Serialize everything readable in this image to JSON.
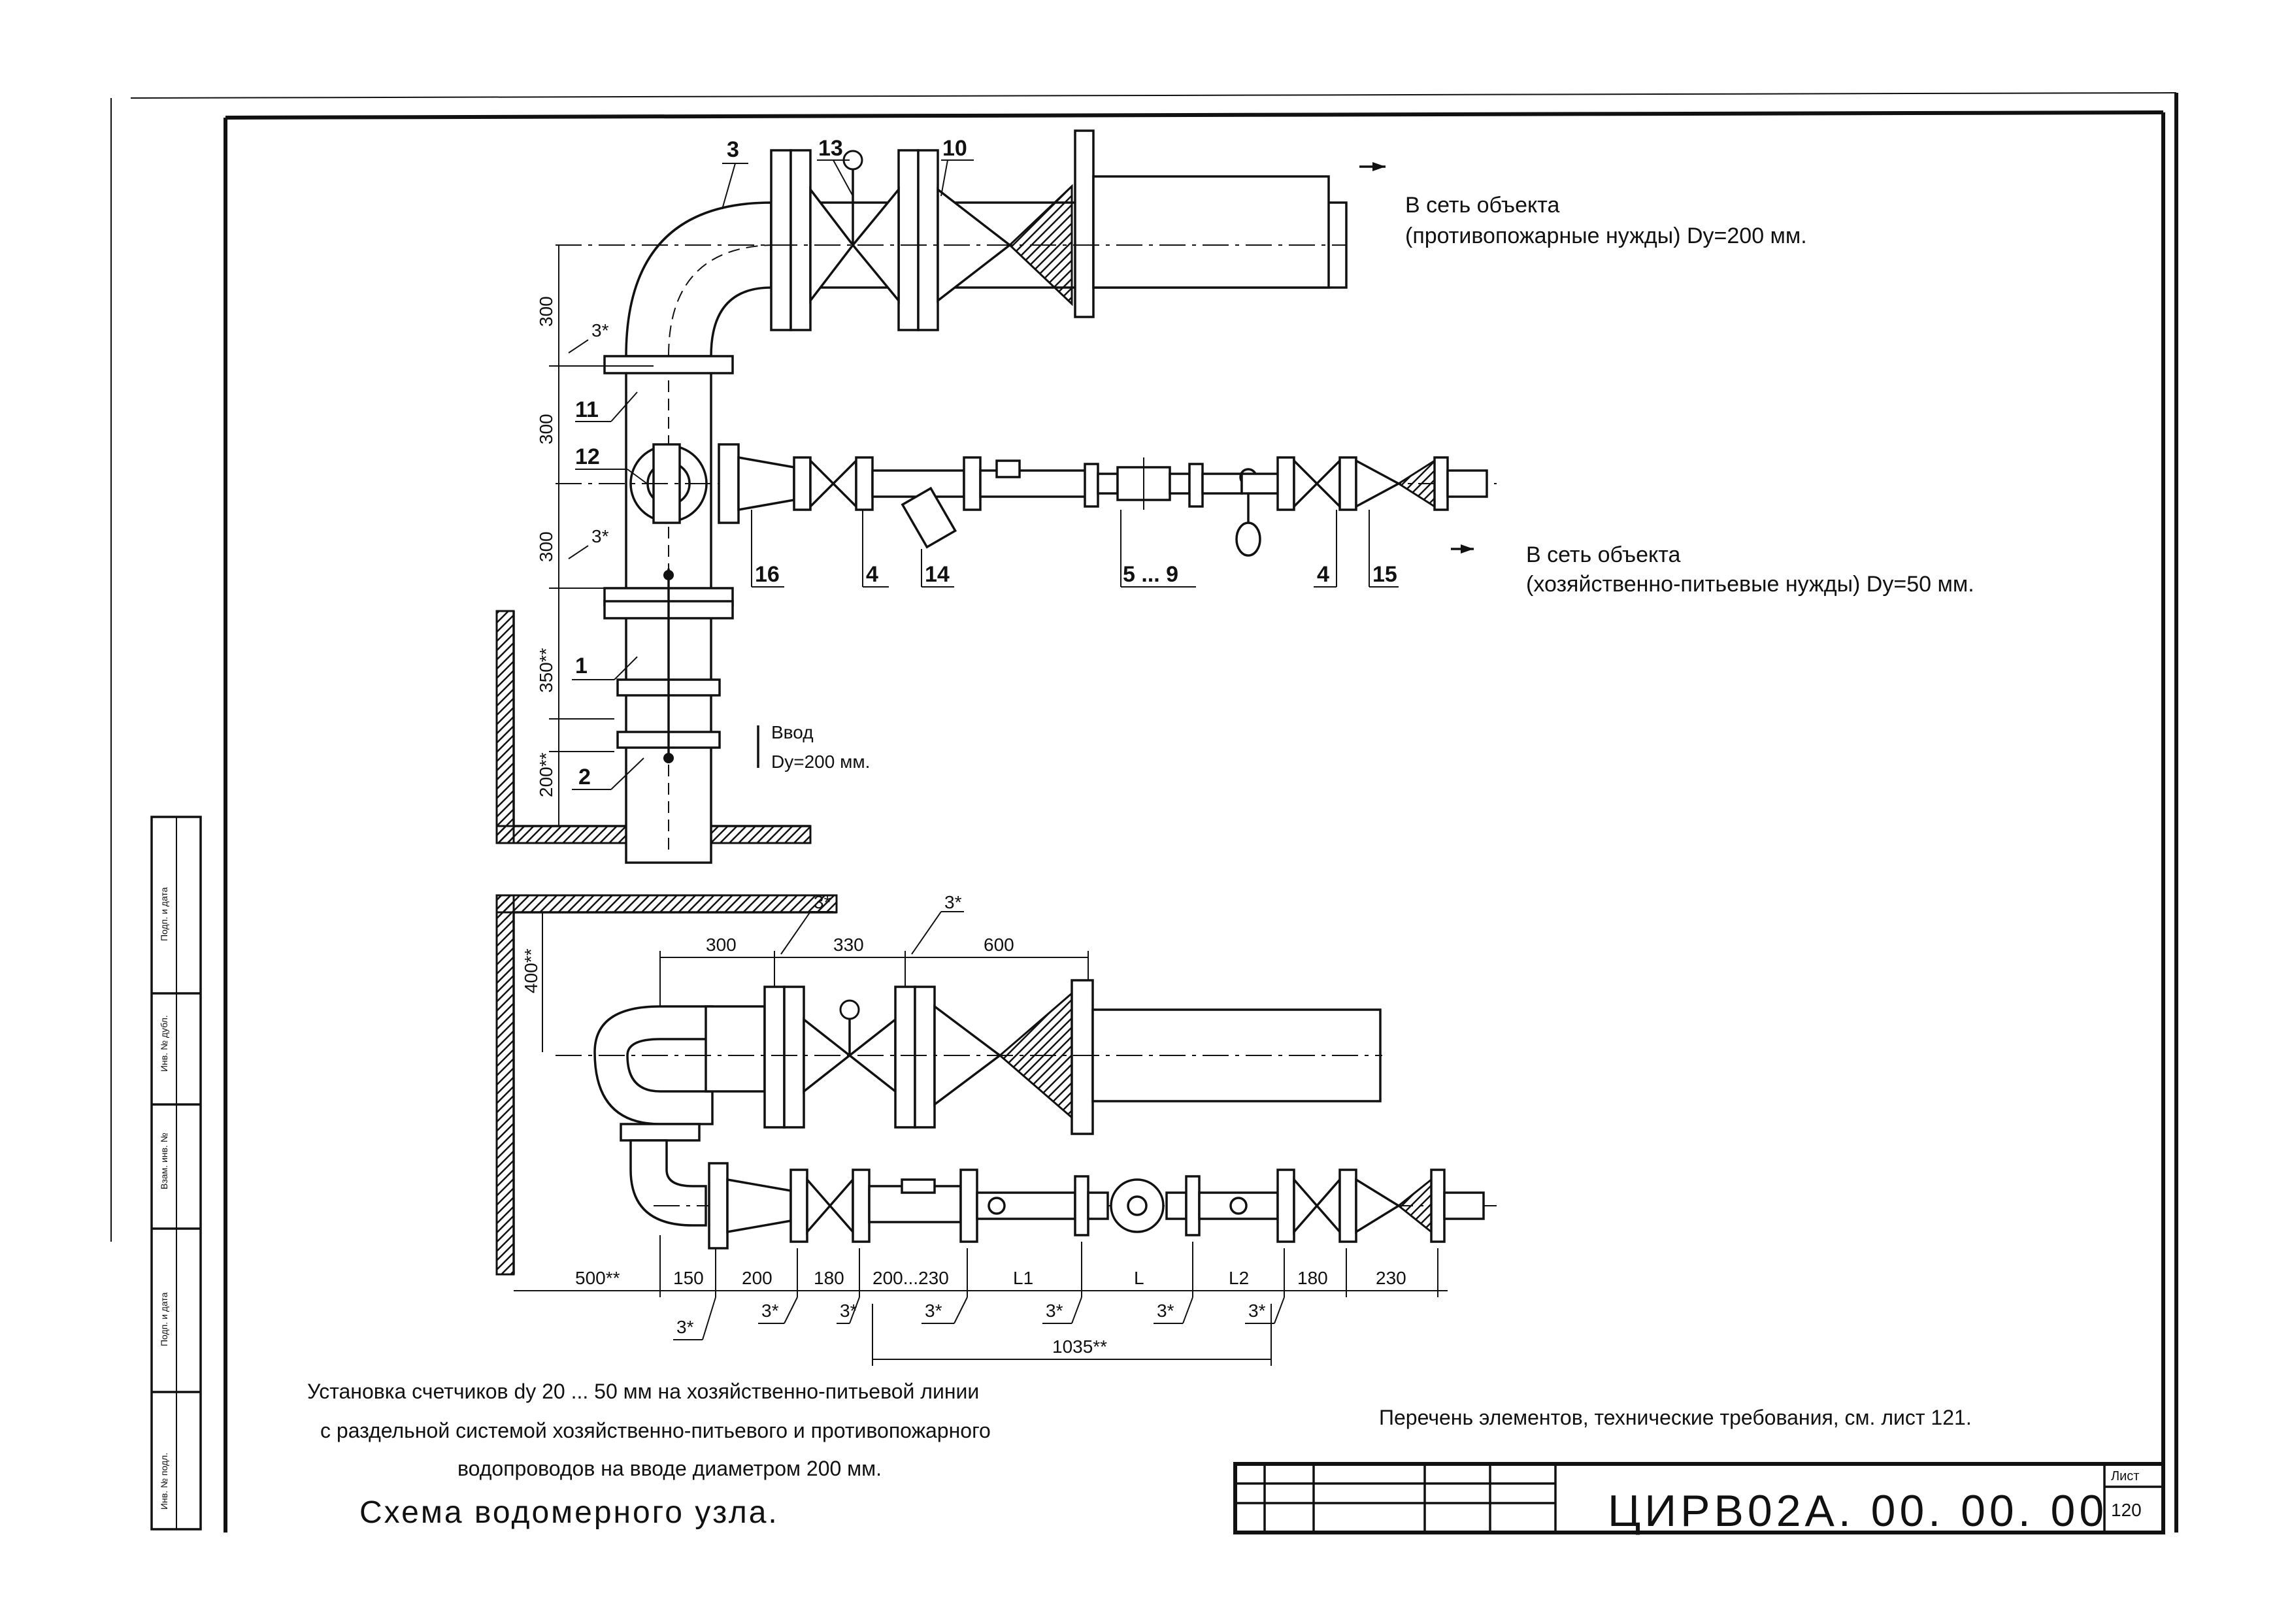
{
  "labels": {
    "l3": "3",
    "l13": "13",
    "l10": "10",
    "l11": "11",
    "l12": "12",
    "l16": "16",
    "l4a": "4",
    "l14": "14",
    "l5_9": "5 ... 9",
    "l4b": "4",
    "l15": "15",
    "l1": "1",
    "l2": "2"
  },
  "outlets": {
    "fire_line1": "В сеть объекта",
    "fire_line2": "(противопожарные нужды) Dy=200 мм.",
    "drink_line1": "В сеть объекта",
    "drink_line2": "(хозяйственно-питьевые нужды) Dy=50 мм."
  },
  "inlet": {
    "line1": "Ввод",
    "line2": "Dy=200 мм."
  },
  "top_dims": {
    "v1": "300",
    "v2": "300",
    "v3": "300",
    "v4": "350**",
    "v5": "200**",
    "angle_a": "3*",
    "angle_b": "3*"
  },
  "bottom_dims": {
    "h_300": "300",
    "h_330": "330",
    "h_600": "600",
    "v_400": "400**",
    "angle_top_a": "3*",
    "angle_top_b": "3*",
    "row": [
      "500**",
      "150",
      "200",
      "180",
      "200...230",
      "L1",
      "L",
      "L2",
      "180",
      "230"
    ],
    "angles_row": [
      "3*",
      "3*",
      "3*",
      "3*",
      "3*",
      "3*",
      "3*"
    ],
    "total": "1035**"
  },
  "caption": {
    "line1": "Установка счетчиков dy 20 ... 50 мм  на хозяйственно-питьевой линии",
    "line2": "с раздельной  системой хозяйственно-питьевого и противопожарного",
    "line3": "водопроводов на вводе диаметром 200 мм.",
    "title": "Схема водомерного узла."
  },
  "note": "Перечень элементов, технические требования, см. лист 121.",
  "stamp": {
    "code": "ЦИРВ02А. 00. 00. 00",
    "sheet_label": "Лист",
    "sheet_number": "120"
  },
  "side_strip": [
    "Подп. и дата",
    "Инв. № дубл.",
    "Взам. инв. №",
    "Подп. и дата",
    "Инв. № подл."
  ]
}
